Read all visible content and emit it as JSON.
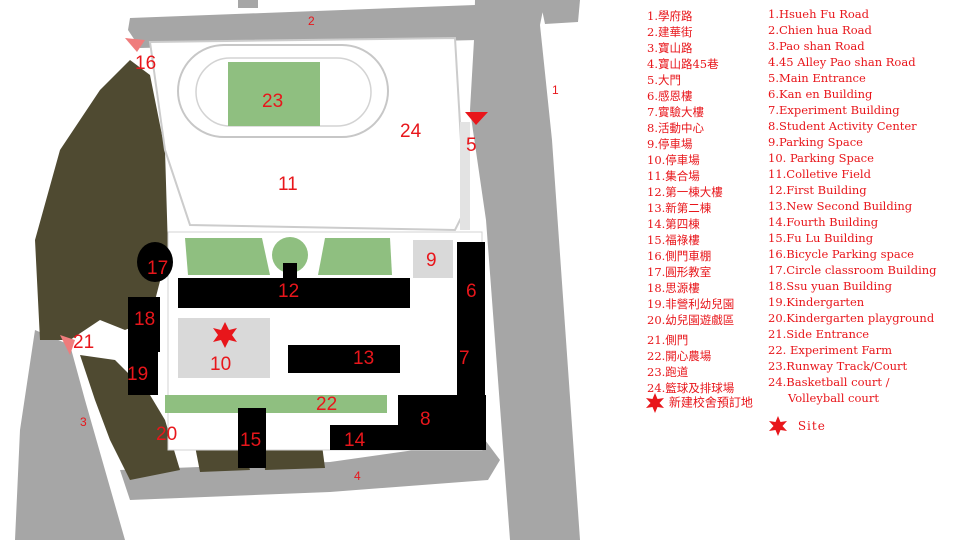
{
  "map": {
    "labels": {
      "1": "1",
      "2": "2",
      "3": "3",
      "4": "4",
      "5": "5",
      "6": "6",
      "7": "7",
      "8": "8",
      "9": "9",
      "10": "10",
      "11": "11",
      "12": "12",
      "13": "13",
      "14": "14",
      "15": "15",
      "16": "16",
      "17": "17",
      "18": "18",
      "19": "19",
      "20": "20",
      "21": "21",
      "22": "22",
      "23": "23",
      "24": "24"
    },
    "colors": {
      "road": "#a6a6a6",
      "building": "#000000",
      "field": "#8fbf80",
      "forest": "#4f4a31",
      "courtyard": "#d9d9d9",
      "track": "#ffffff",
      "label": "#e8161b"
    }
  },
  "legend": {
    "zh": [
      "1.學府路",
      "2.建華街",
      "3.寶山路",
      "4.寶山路45巷",
      "5.大門",
      "6.感恩樓",
      "7.實驗大樓",
      "8.活動中心",
      "9.停車場",
      "10.停車場",
      "11.集合場",
      "12.第一棟大樓",
      "13.新第二棟",
      "14.第四棟",
      "15.福祿樓",
      "16.側門車棚",
      "17.圓形教室",
      "18.思源樓",
      "19.非營利幼兒園",
      "20.幼兒園遊戲區",
      "21.側門",
      "22.開心農場",
      "23.跑道",
      "24.籃球及排球場"
    ],
    "zh_site": "新建校舍預訂地",
    "en": [
      "1.Hsueh Fu Road",
      "2.Chien hua Road",
      "3.Pao shan Road",
      "4.45 Alley Pao shan Road",
      "5.Main Entrance",
      "6.Kan en Building",
      "7.Experiment Building",
      "8.Student Activity Center",
      "9.Parking Space",
      "10. Parking Space",
      "11.Colletive Field",
      "12.First Building",
      "13.New Second Building",
      "14.Fourth Building",
      "15.Fu Lu Building",
      "16.Bicycle Parking space",
      "17.Circle classroom Building",
      "18.Ssu yuan Building",
      "19.Kindergarten",
      "20.Kindergarten playground",
      "21.Side Entrance",
      "22. Experiment Farm",
      "23.Runway Track/Court",
      "24.Basketball court /",
      "Volleyball court"
    ],
    "en_site": "Site"
  }
}
